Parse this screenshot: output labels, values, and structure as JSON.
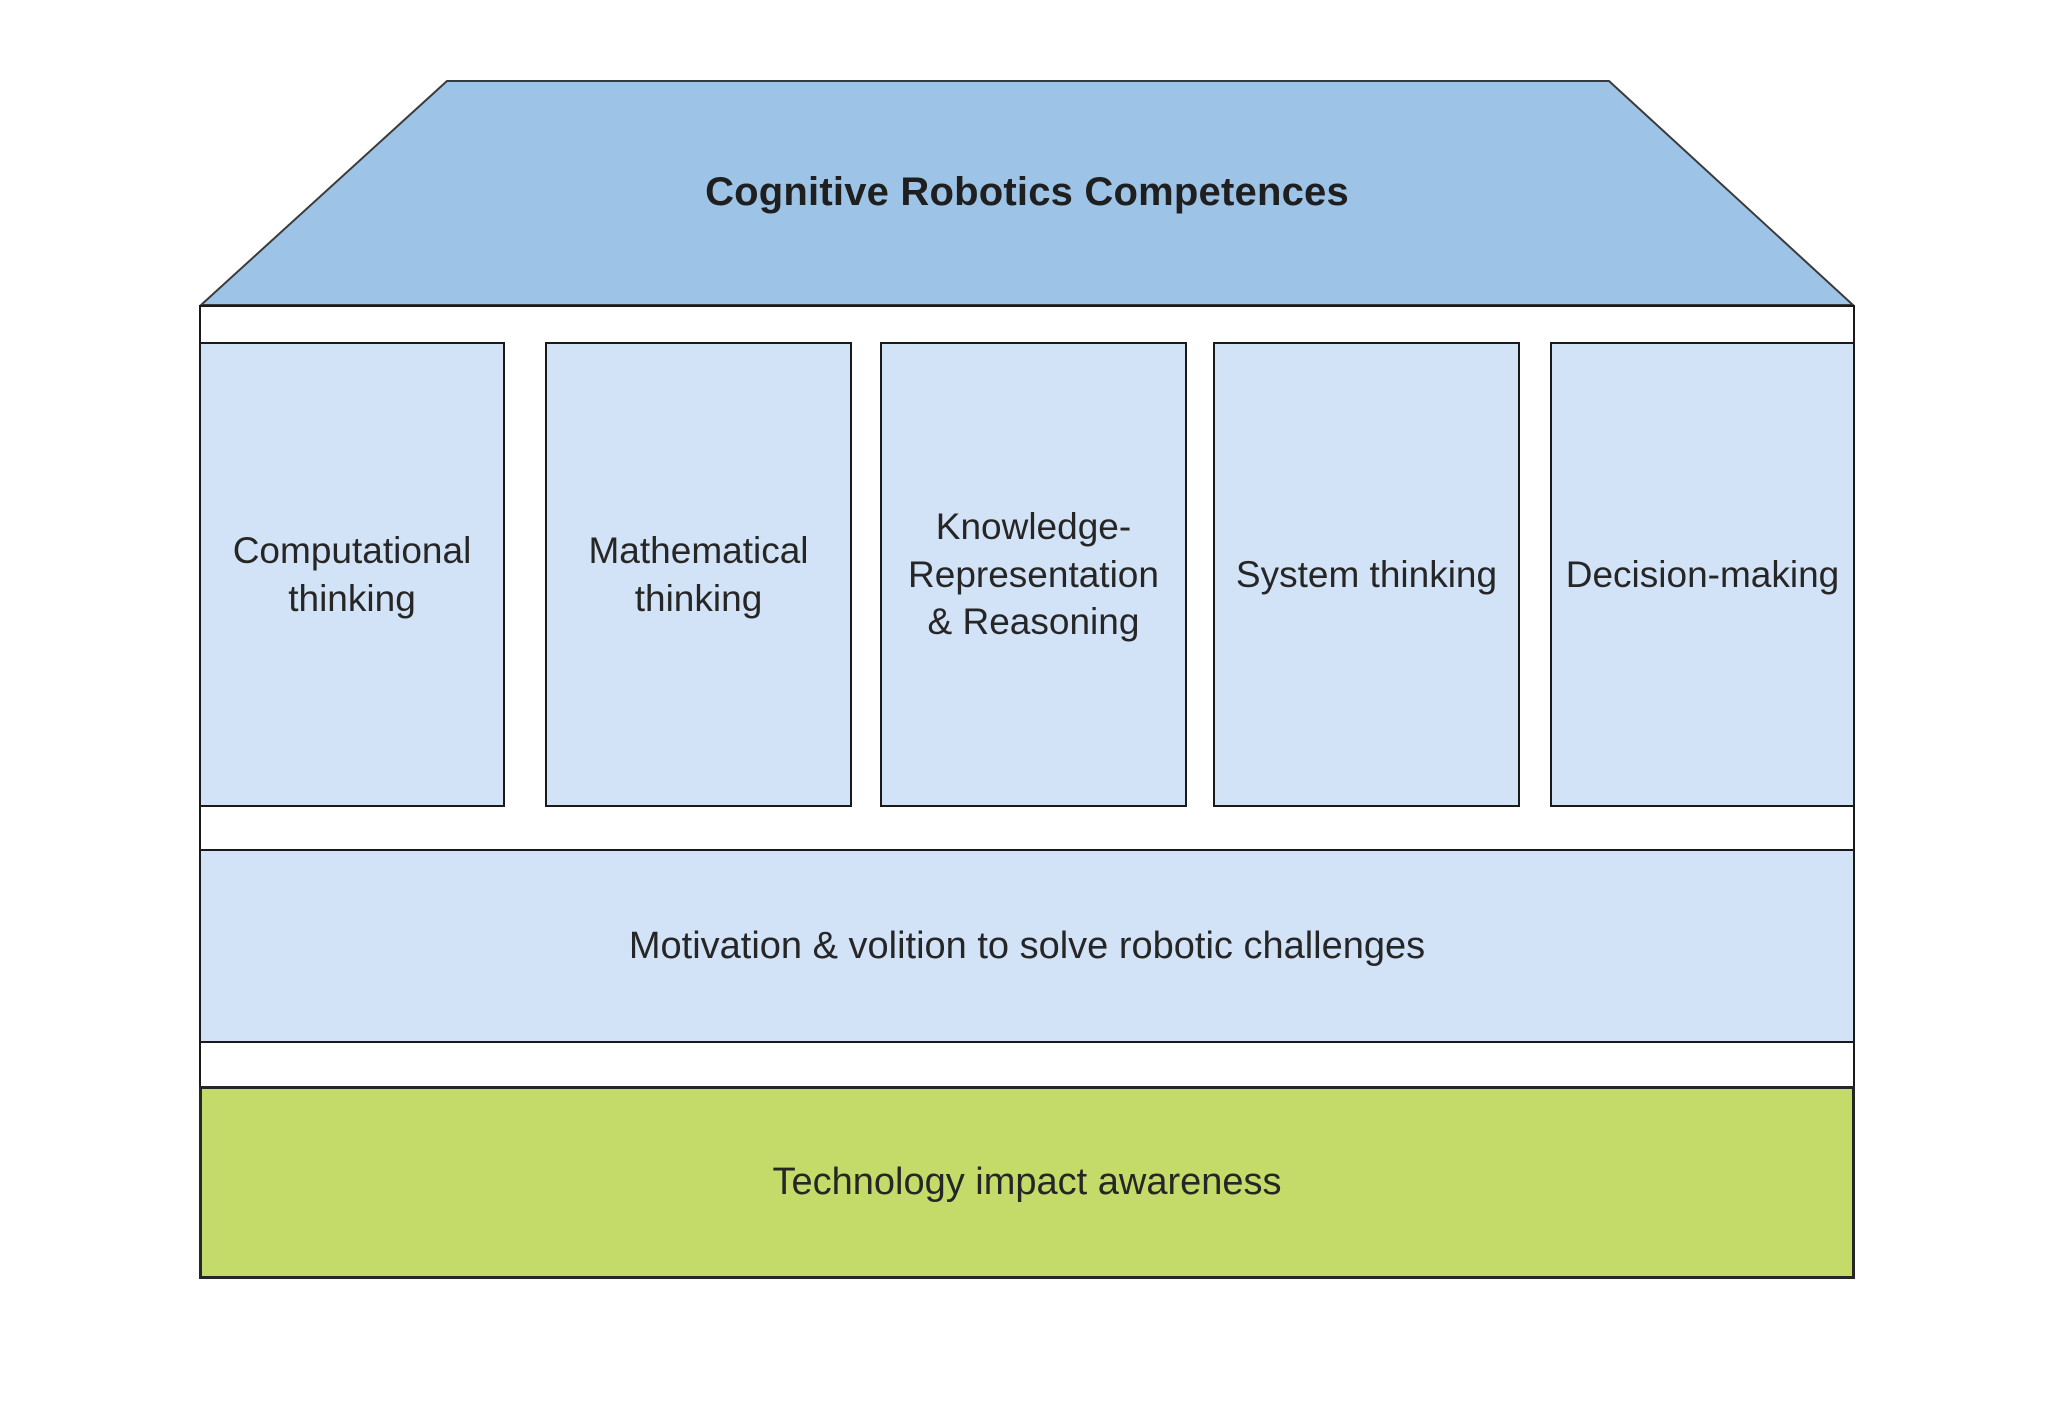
{
  "diagram": {
    "title": "Cognitive Robotics Competences",
    "pillars": [
      {
        "id": "computational-thinking",
        "lines": [
          "Computational",
          "thinking"
        ]
      },
      {
        "id": "mathematical-thinking",
        "lines": [
          "Mathematical",
          "thinking"
        ]
      },
      {
        "id": "knowledge-representation-reasoning",
        "lines": [
          "Knowledge-",
          "Representation",
          "& Reasoning"
        ]
      },
      {
        "id": "system-thinking",
        "lines": [
          "System thinking"
        ]
      },
      {
        "id": "decision-making",
        "lines": [
          "Decision-making"
        ]
      }
    ],
    "foundation": {
      "label": "Motivation & volition to solve robotic challenges"
    },
    "base": {
      "label": "Technology impact awareness"
    },
    "colors": {
      "roof_fill": "#9DC3E6",
      "pillar_fill": "#D3E3F7",
      "bar_fill": "#D3E3F7",
      "base_fill": "#C5DB69",
      "outline": "#3a3a3a",
      "text": "#262626"
    }
  }
}
